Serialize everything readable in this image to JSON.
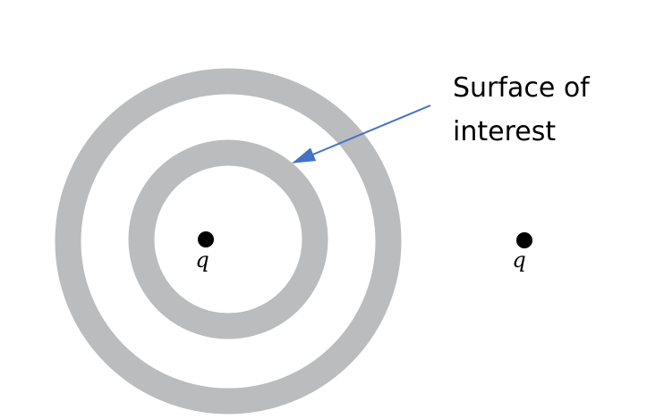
{
  "callout": {
    "line1": "Surface of",
    "line2": "interest"
  },
  "charges": [
    {
      "label": "q"
    },
    {
      "label": "q"
    }
  ],
  "colors": {
    "shell": "#bbbcbe",
    "arrow": "#4472c4",
    "charge": "#000000"
  }
}
